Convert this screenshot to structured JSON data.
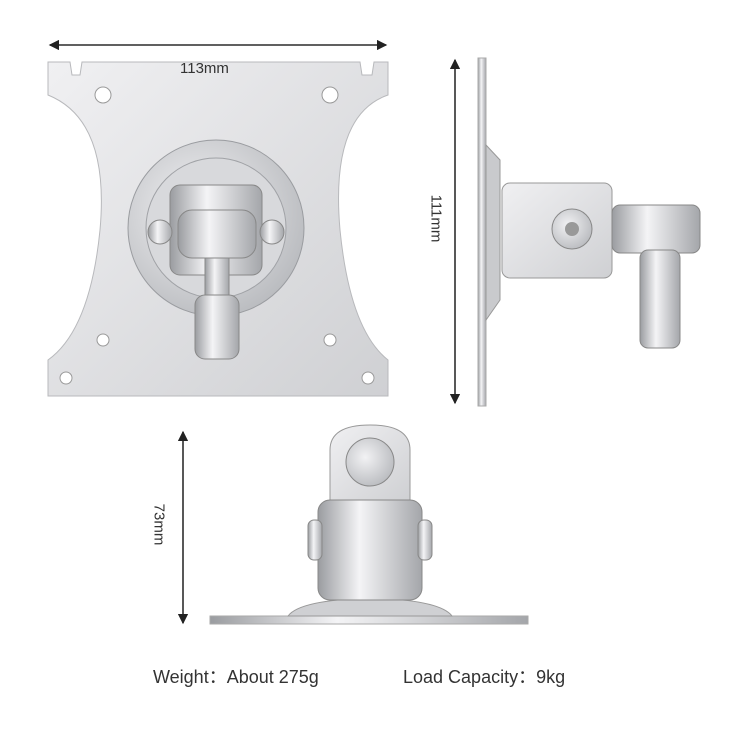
{
  "dimensions": {
    "width": "113mm",
    "height": "111mm",
    "depth": "73mm"
  },
  "specs": {
    "weight_label": "Weight：",
    "weight_value": "About 275g",
    "load_label": "Load Capacity：",
    "load_value": "9kg"
  },
  "colors": {
    "metal_light": "#e6e6e8",
    "metal_mid": "#c4c5c8",
    "metal_dark": "#8e9095",
    "line": "#222222"
  }
}
